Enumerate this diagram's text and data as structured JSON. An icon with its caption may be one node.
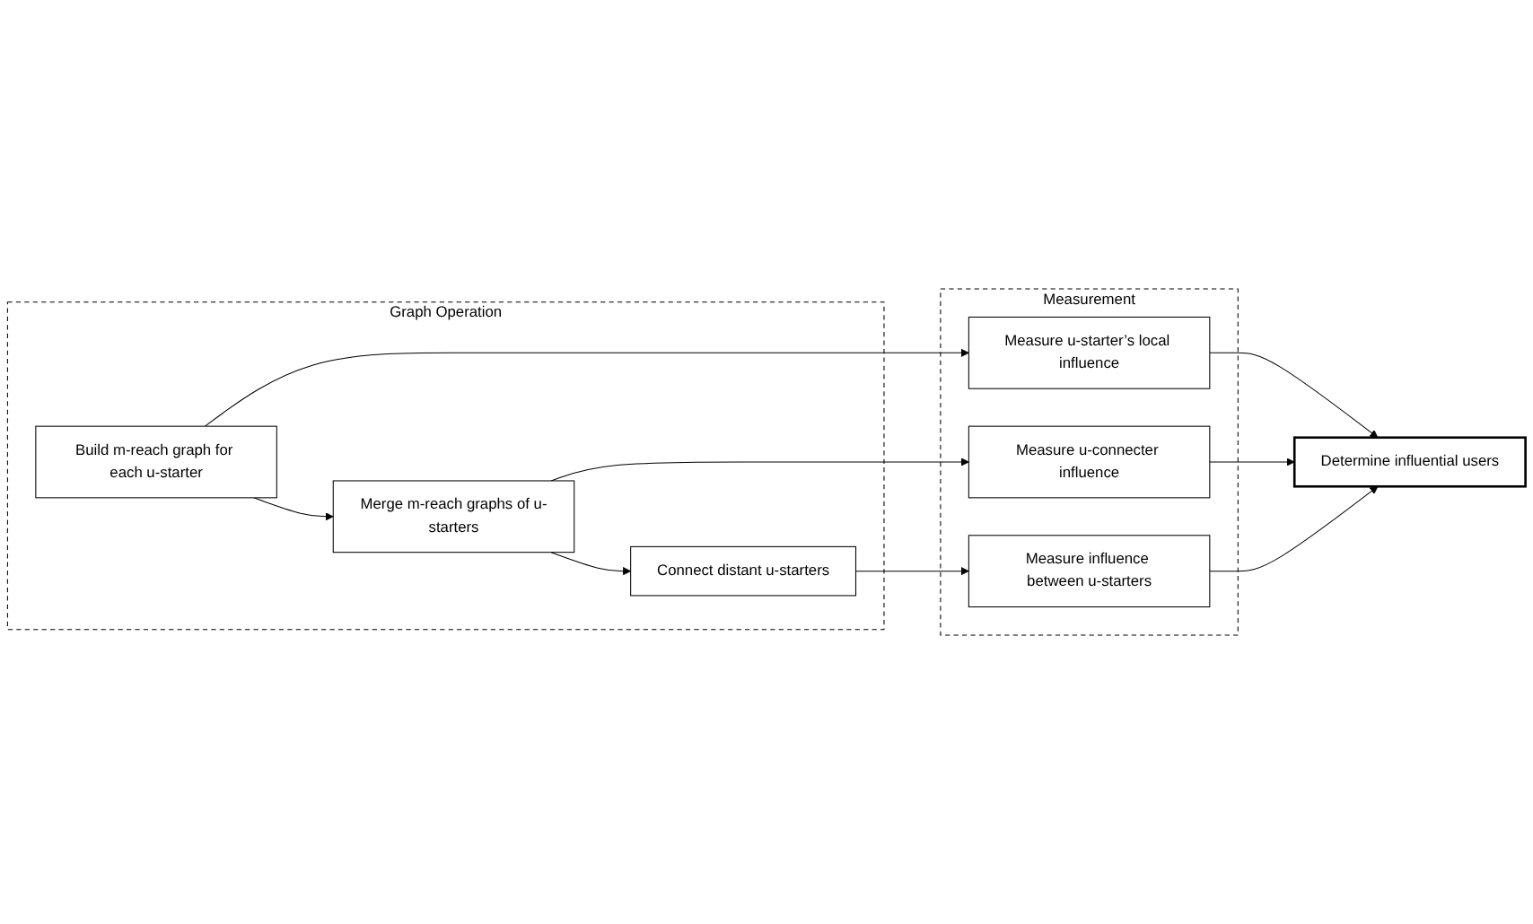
{
  "diagram": {
    "nodes": [
      {
        "text": [
          "Graph Operation"
        ]
      },
      {
        "text": [
          "Build m-reach graph for each u-starter"
        ],
        "in": 0
      },
      {
        "text": [
          "Merge m-reach graphs of u-starters"
        ],
        "in": 0
      },
      {
        "text": [
          "Connect distant u-starters"
        ],
        "in": 0
      },
      {
        "text": [
          "Measurement"
        ]
      },
      {
        "text": [
          "Measure u-starter’s local influence"
        ],
        "in": 4
      },
      {
        "text": [
          "Measure u-connecter influence"
        ],
        "in": 4
      },
      {
        "text": [
          "Measure influence between u-starters"
        ],
        "in": 4
      },
      {
        "text": [
          "Determine influential users"
        ]
      }
    ],
    "edges": [
      {
        "from": 1,
        "to": 2,
        "arrow": "to"
      },
      {
        "from": 2,
        "to": 3,
        "arrow": "to"
      },
      {
        "from": 1,
        "to": 5,
        "arrow": "to"
      },
      {
        "from": 2,
        "to": 6,
        "arrow": "to"
      },
      {
        "from": 3,
        "to": 7,
        "arrow": "to"
      },
      {
        "from": 5,
        "to": 8,
        "arrow": "to"
      },
      {
        "from": 6,
        "to": 8,
        "arrow": "to"
      },
      {
        "from": 7,
        "to": 8,
        "arrow": "to"
      }
    ]
  }
}
